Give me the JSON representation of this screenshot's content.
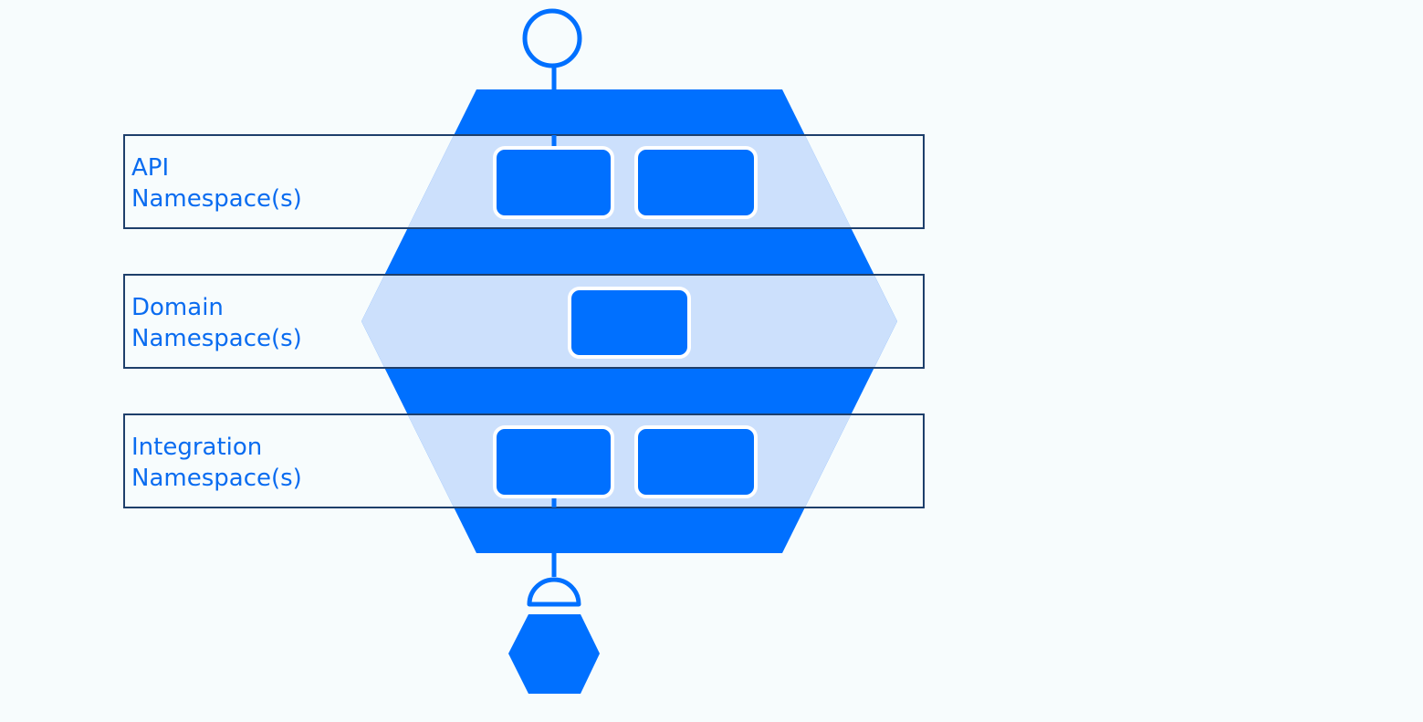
{
  "colors": {
    "background": "#f7fcfd",
    "primary_blue": "#0070ff",
    "light_blue_overlay": "#cce0fc",
    "border_navy": "#1e3f6b",
    "label_blue": "#0a6cf0",
    "white": "#ffffff"
  },
  "icons": {
    "top_connector": "circle-endpoint-icon",
    "bottom_connector": "half-circle-socket-icon",
    "bottom_node": "hexagon-icon"
  },
  "namespaces": [
    {
      "line1": "API",
      "line2": "Namespace(s)"
    },
    {
      "line1": "Domain",
      "line2": "Namespace(s)"
    },
    {
      "line1": "Integration",
      "line2": "Namespace(s)"
    }
  ]
}
